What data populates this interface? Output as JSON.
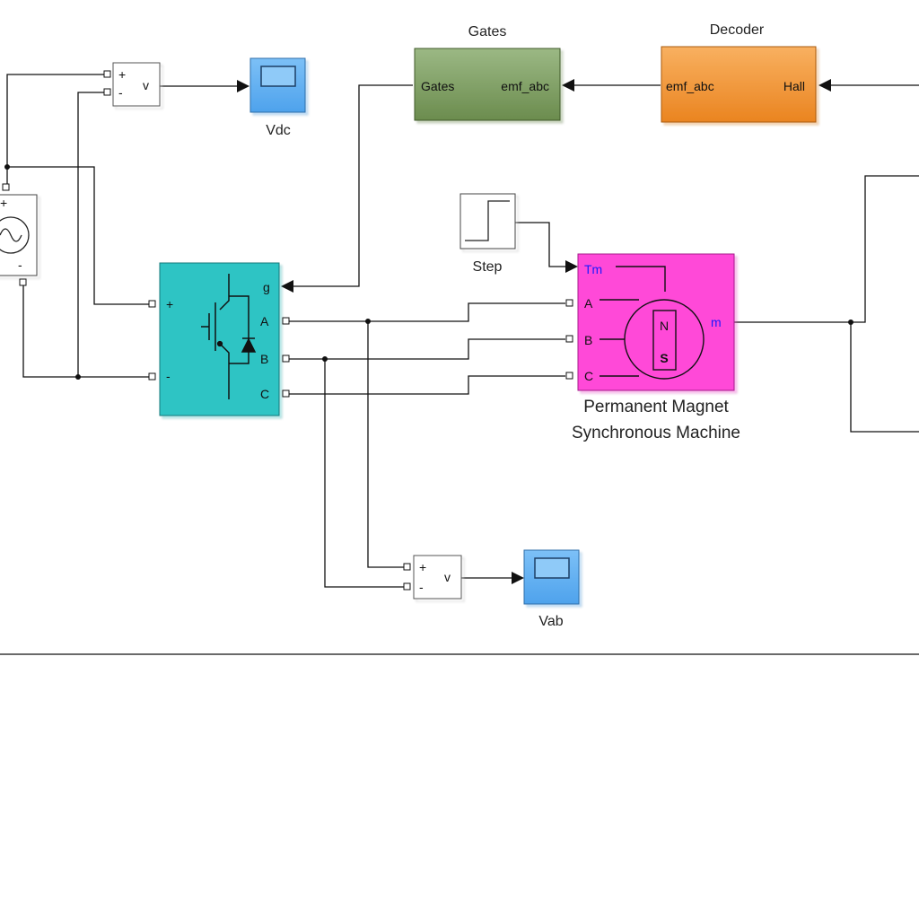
{
  "blocks": {
    "gates": {
      "title": "Gates",
      "in_label": "emf_abc",
      "out_label": "Gates",
      "color": "#7a9a5c"
    },
    "decoder": {
      "title": "Decoder",
      "in_label": "Hall",
      "out_label": "emf_abc",
      "color": "#f0922a"
    },
    "vdc_sensor": {
      "plus": "+",
      "minus": "-",
      "out": "v"
    },
    "vdc_scope": {
      "label": "Vdc",
      "color": "#5aabf2"
    },
    "dc_source": {
      "plus": "+",
      "minus": "-"
    },
    "inverter": {
      "plus": "+",
      "minus": "-",
      "g": "g",
      "a": "A",
      "b": "B",
      "c": "C",
      "color": "#2ec4c4"
    },
    "step": {
      "label": "Step"
    },
    "pmsm": {
      "label_line1": "Permanent Magnet",
      "label_line2": "Synchronous Machine",
      "tm": "Tm",
      "a": "A",
      "b": "B",
      "c": "C",
      "m": "m",
      "n": "N",
      "s": "S",
      "color": "#ff4ad8"
    },
    "vab_sensor": {
      "plus": "+",
      "minus": "-",
      "out": "v"
    },
    "vab_scope": {
      "label": "Vab",
      "color": "#5aabf2"
    }
  }
}
